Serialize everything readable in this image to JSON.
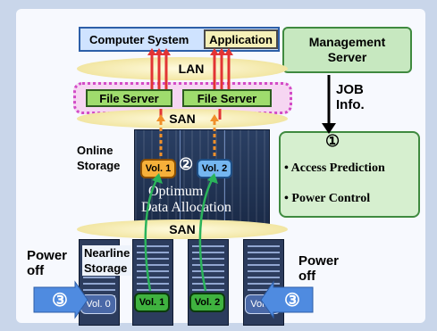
{
  "computer_system": "Computer System",
  "application": "Application",
  "management_server": [
    "Management",
    "Server"
  ],
  "job_info": [
    "JOB",
    "Info."
  ],
  "lan": "LAN",
  "file_server_1": "File Server",
  "file_server_2": "File Server",
  "san_top": "SAN",
  "san_bottom": "SAN",
  "online_storage": [
    "Online",
    "Storage"
  ],
  "vol1": "Vol. 1",
  "vol2": "Vol. 2",
  "step2": "②",
  "optimum_data_allocation": [
    "Optimum",
    "Data Allocation"
  ],
  "step1": "①",
  "access_prediction": "• Access Prediction",
  "power_control": "• Power Control",
  "nearline_storage": [
    "Nearline",
    "Storage"
  ],
  "power_off_left": [
    "Power",
    "off"
  ],
  "power_off_right": [
    "Power",
    "off"
  ],
  "step3_left": "③",
  "step3_right": "③",
  "vol0": "Vol. 0",
  "vol1_near": "Vol. 1",
  "vol2_near": "Vol. 2",
  "vol3": "Vol. 3",
  "colors": {
    "green_box": "#c7e8c0",
    "file_server": "#9fdc6d",
    "arrow_red": "#e23434",
    "arrow_green": "#2bb35b",
    "arrow_orange": "#f0902a",
    "pink_dotted": "#d24bc7"
  }
}
